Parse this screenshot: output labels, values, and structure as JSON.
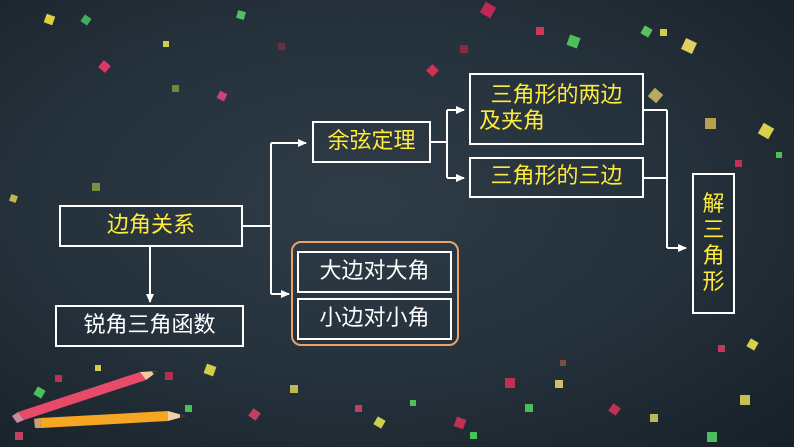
{
  "nodes": {
    "side_angle": "边角关系",
    "acute_trig": "锐角三角函数",
    "cosine_law": "余弦定理",
    "two_sides_angle_line1": "三角形的两边",
    "two_sides_angle_line2": "及夹角",
    "three_sides": "三角形的三边",
    "solve_triangle": [
      "解",
      "三",
      "角",
      "形"
    ],
    "big_side_angle": "大边对大角",
    "small_side_angle": "小边对小角"
  },
  "colors": {
    "background": "#24303a",
    "box_border": "#ffffff",
    "highlight_text": "#ffeb3b",
    "plain_text": "#ffffff",
    "group_border": "#e8a36a",
    "pencil_red": "#e84a6a",
    "pencil_orange": "#f5a623"
  }
}
